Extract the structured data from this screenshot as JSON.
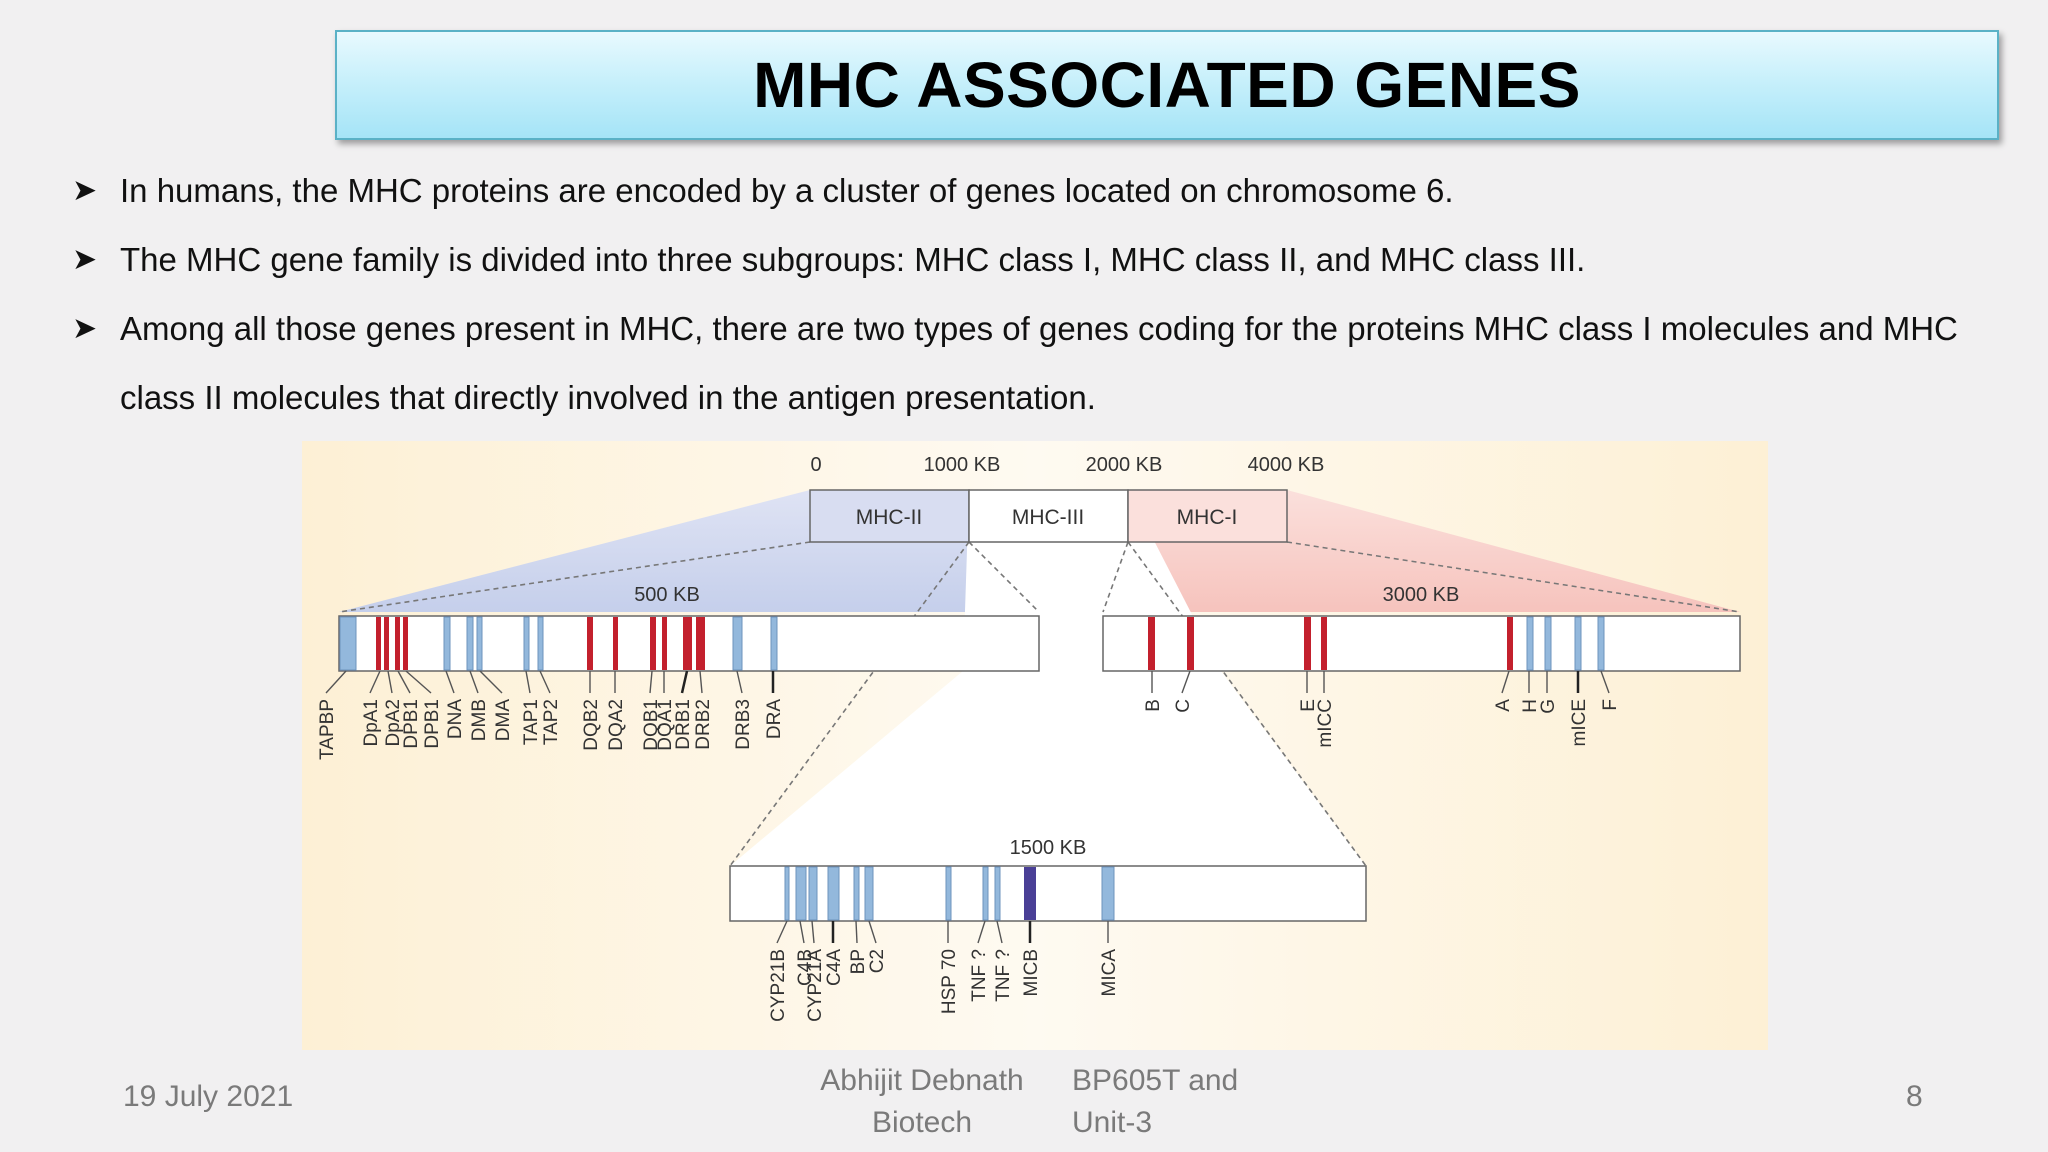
{
  "title": "MHC ASSOCIATED GENES",
  "bullets": [
    "In humans, the MHC proteins are encoded by a cluster of genes located on chromosome 6.",
    "The MHC gene family is divided into three subgroups: MHC class I, MHC class II, and MHC class III.",
    "Among all those genes present in MHC, there are two types of genes coding for the proteins MHC class I molecules and MHC class II molecules that directly involved in the antigen presentation."
  ],
  "figure": {
    "scale_labels": [
      "0",
      "1000 KB",
      "2000 KB",
      "4000 KB"
    ],
    "regions": [
      "MHC-II",
      "MHC-III",
      "MHC-I"
    ],
    "class2_length": "500 KB",
    "class1_length": "3000 KB",
    "class3_length": "1500 KB",
    "class2_genes": [
      "TAPBP",
      "DpA1",
      "DpA2",
      "DPB1",
      "DPB1",
      "DNA",
      "DMB",
      "DMA",
      "TAP1",
      "TAP2",
      "DQB2",
      "DQA2",
      "DQB1",
      "DQA1",
      "DRB1",
      "DRB2",
      "DRB3",
      "DRA"
    ],
    "class1_genes": [
      "B",
      "C",
      "E",
      "mICC",
      "A",
      "H",
      "G",
      "mICE",
      "F"
    ],
    "class3_genes": [
      "CYP21B",
      "C4B",
      "CYP21A",
      "C4A",
      "BP",
      "C2",
      "HSP 70",
      "TNF ?",
      "TNF ?",
      "MICB",
      "MICA"
    ],
    "colors": {
      "class2_gene": "#93b8dc",
      "expressed_gene": "#c3202d",
      "class3_dark_gene": "#4a3f96",
      "figure_background": "#fdf1d9",
      "class2_fan": "#c9d3ec",
      "class1_fan": "#f7c9c4"
    }
  },
  "footer": {
    "date": "19 July 2021",
    "author_line1": "Abhijit  Debnath",
    "author_line2": "Biotech",
    "course_line1": "BP605T and",
    "course_line2": "Unit-3",
    "page_number": "8"
  }
}
